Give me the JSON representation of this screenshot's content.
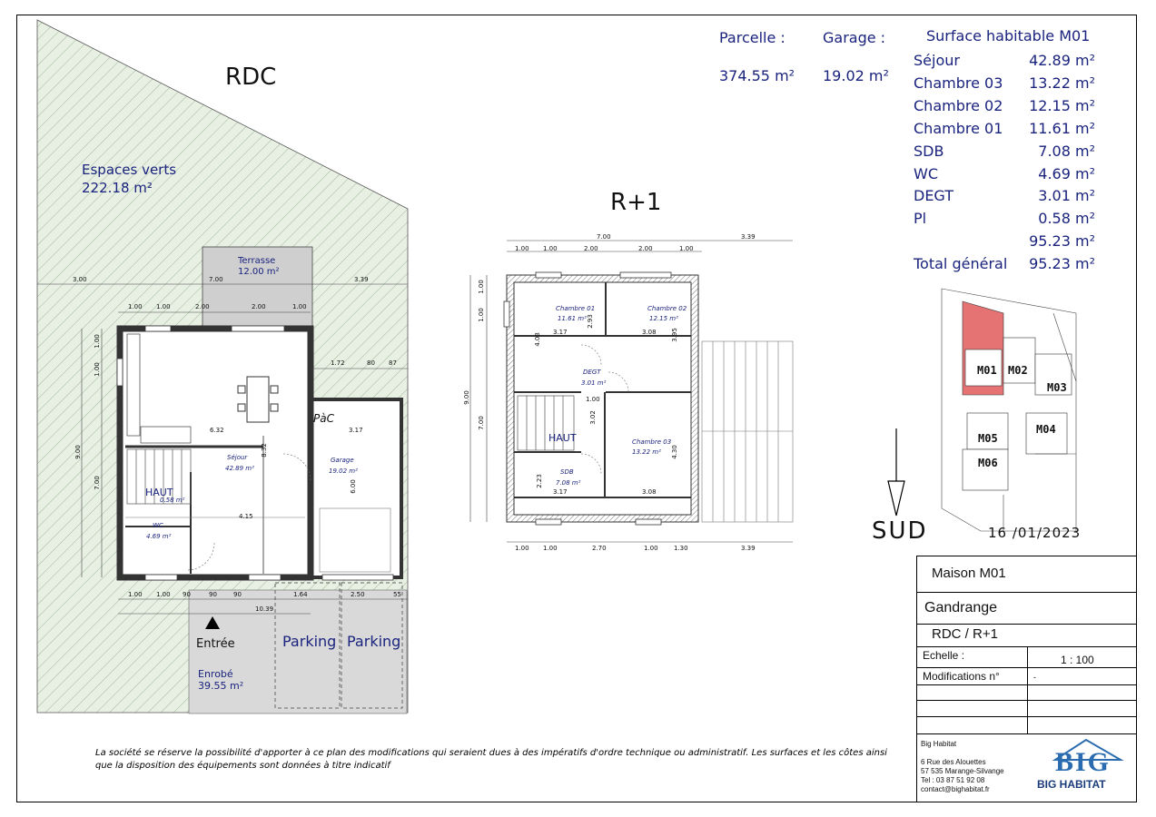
{
  "header": {
    "parcelle_label": "Parcelle :",
    "parcelle_value": "374.55 m²",
    "garage_label": "Garage :",
    "garage_value": "19.02 m²",
    "surface_title": "Surface habitable M01"
  },
  "surfaces": [
    {
      "name": "Séjour",
      "value": "42.89 m²"
    },
    {
      "name": "Chambre 03",
      "value": "13.22 m²"
    },
    {
      "name": "Chambre 02",
      "value": "12.15 m²"
    },
    {
      "name": "Chambre 01",
      "value": "11.61 m²"
    },
    {
      "name": "SDB",
      "value": "7.08 m²"
    },
    {
      "name": "WC",
      "value": "4.69 m²"
    },
    {
      "name": "DEGT",
      "value": "3.01 m²"
    },
    {
      "name": "Pl",
      "value": "0.58 m²"
    },
    {
      "name": "",
      "value": "95.23 m²"
    },
    {
      "name": "Total général",
      "value": "95.23 m²"
    }
  ],
  "rdc": {
    "title": "RDC",
    "espaces_verts": "Espaces verts",
    "espaces_verts_area": "222.18 m²",
    "terrasse": "Terrasse",
    "terrasse_area": "12.00 m²",
    "sejour": "Séjour",
    "sejour_area": "42.89 m²",
    "garage": "Garage",
    "garage_area": "19.02 m²",
    "pac": "PàC",
    "haut": "HAUT",
    "pl_area": "0.58 m²",
    "wc": "WC",
    "wc_area": "4.69 m²",
    "entree": "Entrée",
    "enrobe": "Enrobé",
    "enrobe_area": "39.55 m²",
    "parking1": "Parking",
    "parking2": "Parking",
    "dims": {
      "top_total_1": "3.00",
      "top_total_2": "7.00",
      "top_total_3": "3.39",
      "top_1": "1.00",
      "top_2": "1.00",
      "top_3": "2.00",
      "top_4": "2.00",
      "top_5": "1.00",
      "garage_1": "1.72",
      "garage_2": "80",
      "garage_3": "87",
      "inner_632": "6.32",
      "inner_317": "3.17",
      "inner_415": "4.15",
      "inner_832": "8.32",
      "inner_600": "6.00",
      "left_900": "9.00",
      "left_700": "7.00",
      "left_100a": "1.00",
      "left_100b": "1.00",
      "bot_1": "1.00",
      "bot_2": "1.00",
      "bot_3": "90",
      "bot_4": "90",
      "bot_5": "90",
      "bot_6": "1.64",
      "bot_7": "2.50",
      "bot_8": "55",
      "bot_total": "10.39"
    }
  },
  "r1": {
    "title": "R+1",
    "chambre01": "Chambre 01",
    "chambre01_area": "11.61 m²",
    "chambre02": "Chambre 02",
    "chambre02_area": "12.15 m²",
    "chambre03": "Chambre 03",
    "chambre03_area": "13.22 m²",
    "degt": "DEGT",
    "degt_area": "3.01 m²",
    "sdb": "SDB",
    "sdb_area": "7.08 m²",
    "haut": "HAUT",
    "dims": {
      "top_total": "7.00",
      "top_side": "3.39",
      "top_1": "1.00",
      "top_2": "1.00",
      "top_3": "2.00",
      "top_4": "2.00",
      "top_5": "1.00",
      "bot_1": "1.00",
      "bot_2": "1.00",
      "bot_3": "2.70",
      "bot_4": "1.00",
      "bot_5": "1.30",
      "bot_6": "3.39",
      "left_900": "9.00",
      "left_700": "7.00",
      "left_100a": "1.00",
      "left_100b": "1.00",
      "in_317a": "3.17",
      "in_308a": "3.08",
      "in_317b": "3.17",
      "in_308b": "3.08",
      "in_403": "4.03",
      "in_395": "3.95",
      "in_430": "4.30",
      "in_293": "2.93",
      "in_302": "3.02",
      "in_223": "2.23",
      "in_100": "1.00"
    }
  },
  "compass": {
    "label": "SUD"
  },
  "site_plan": {
    "lots": [
      "M01",
      "M02",
      "M03",
      "M04",
      "M05",
      "M06"
    ],
    "highlight_color": "#e57373"
  },
  "date": "16 /01/2023",
  "title_block": {
    "maison": "Maison M01",
    "ville": "Gandrange",
    "niveaux": "RDC / R+1",
    "echelle_label": "Echelle :",
    "echelle_value": "1 : 100",
    "modif_label": "Modifications n°",
    "modif_value": "-",
    "company_name": "Big Habitat",
    "address1": "6 Rue des Alouettes",
    "address2": "57 535 Marange-Silvange",
    "tel": "Tel : 03 87 51 92 08",
    "email": "contact@bighabitat.fr",
    "logo_text": "BIG",
    "logo_sub": "BIG HABITAT"
  },
  "disclaimer": "La société se réserve la possibilité d'apporter à ce plan des modifications qui seraient dues à des impératifs d'ordre technique ou administratif. Les surfaces et les côtes ainsi que la disposition des équipements sont données à titre indicatif",
  "colors": {
    "green_area": "#e8f0e4",
    "paved": "#d9d9d9",
    "wall": "#333333",
    "text_blue": "#1a237e"
  }
}
